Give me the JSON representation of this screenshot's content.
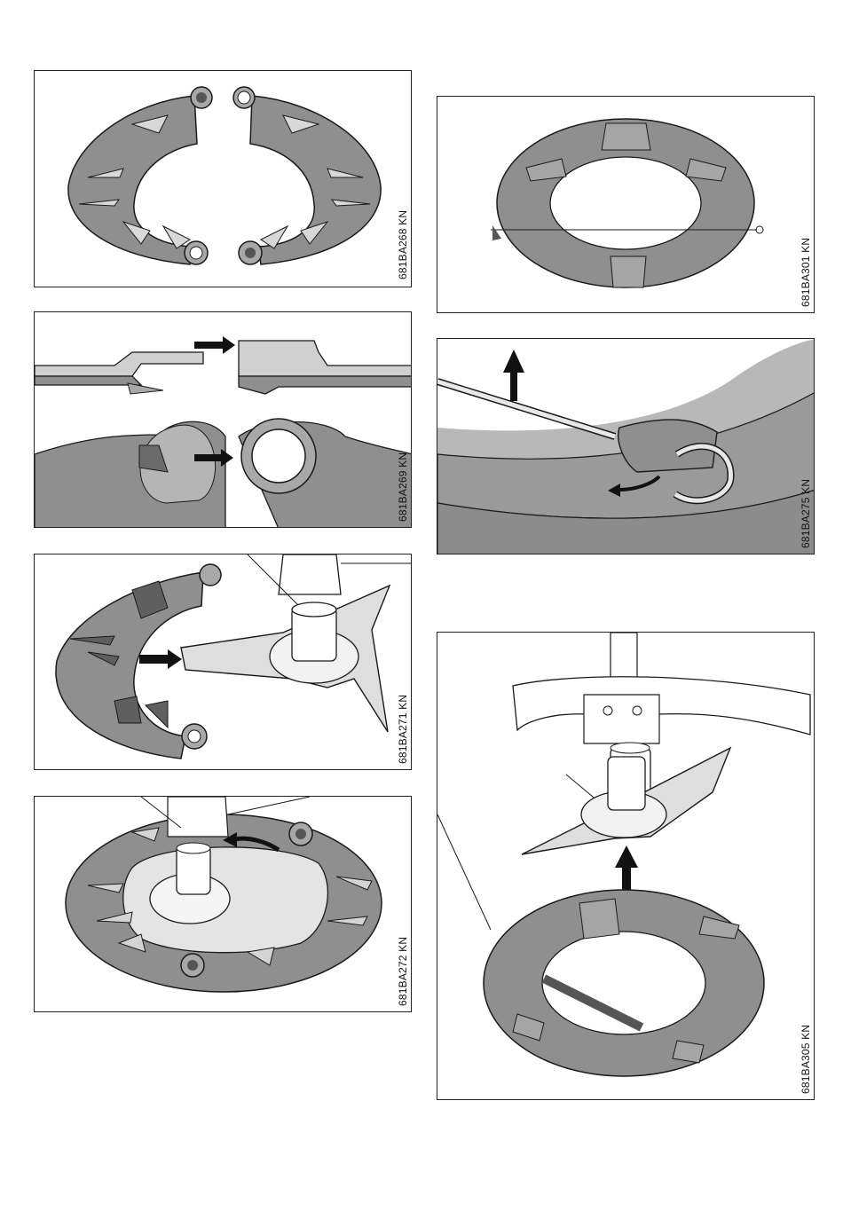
{
  "figures": [
    {
      "id": "fig-1",
      "code": "681BA268 KN"
    },
    {
      "id": "fig-2",
      "code": "681BA269 KN"
    },
    {
      "id": "fig-3",
      "code": "681BA271 KN"
    },
    {
      "id": "fig-4",
      "code": "681BA272 KN"
    },
    {
      "id": "fig-5",
      "code": "681BA301 KN"
    },
    {
      "id": "fig-6",
      "code": "681BA275 KN"
    },
    {
      "id": "fig-7",
      "code": "681BA305 KN"
    }
  ],
  "colors": {
    "part_fill": "#8f8f8f",
    "part_dark": "#6b6b6b",
    "part_light": "#cfcfcf",
    "line": "#1a1a1a",
    "arrow": "#111111"
  }
}
